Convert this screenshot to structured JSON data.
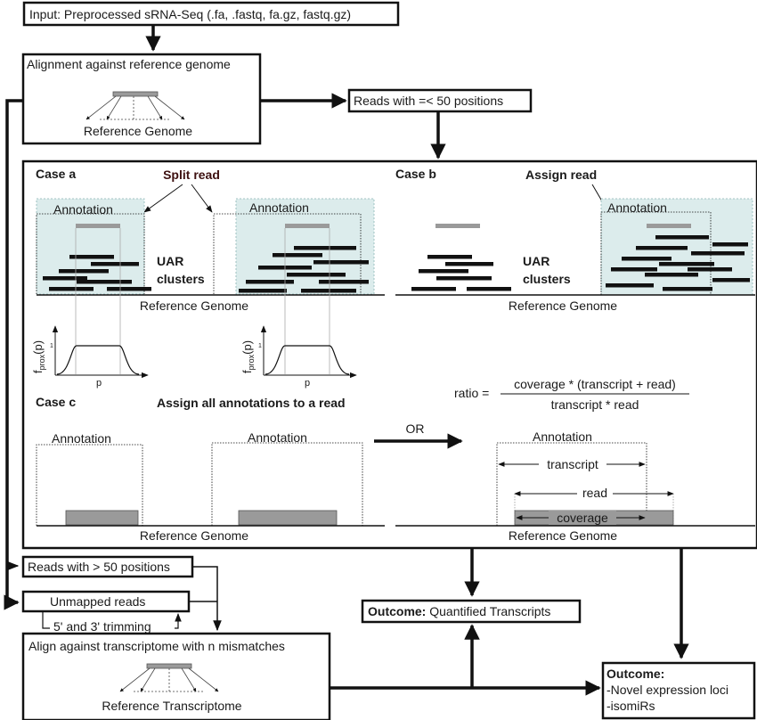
{
  "colors": {
    "annotation_fill": "#dcecec",
    "read_bar": "#111111",
    "reference_bar": "#9a9a9a",
    "split_read_label": "#3d1010",
    "line": "#111111"
  },
  "nodes": {
    "input": "Input: Preprocessed sRNA-Seq (.fa, .fastq, fa.gz, fastq.gz)",
    "alignment": "Alignment against reference genome",
    "alignment_ref": "Reference Genome",
    "reads_le50": "Reads with =< 50 positions",
    "reads_gt50": "Reads with > 50 positions",
    "unmapped": "Unmapped reads",
    "trimming": "5' and 3' trimming",
    "align_transcriptome": "Align against transcriptome with n mismatches",
    "transcriptome_ref": "Reference Transcriptome",
    "outcome_quant_bold": "Outcome:",
    "outcome_quant_rest": " Quantified Transcripts",
    "outcome_novel_bold": "Outcome:",
    "outcome_novel_line1": "-Novel expression loci",
    "outcome_novel_line2": "-isomiRs"
  },
  "cases": {
    "case_a": "Case a",
    "split_read": "Split read",
    "case_b": "Case b",
    "assign_read": "Assign read",
    "annotation": "Annotation",
    "uar_line1": "UAR",
    "uar_line2": "clusters",
    "reference_genome": "Reference Genome",
    "fprox_main": "f",
    "fprox_sub": "prox",
    "fprox_arg": "(p)",
    "axis_p": "p",
    "tick_one": "1",
    "case_c": "Case c",
    "assign_all": "Assign all annotations to a read",
    "or": "OR",
    "ratio_label": "ratio =",
    "ratio_numerator": "coverage * (transcript + read)",
    "ratio_denominator": "transcript * read",
    "transcript": "transcript",
    "read": "read",
    "coverage": "coverage"
  }
}
